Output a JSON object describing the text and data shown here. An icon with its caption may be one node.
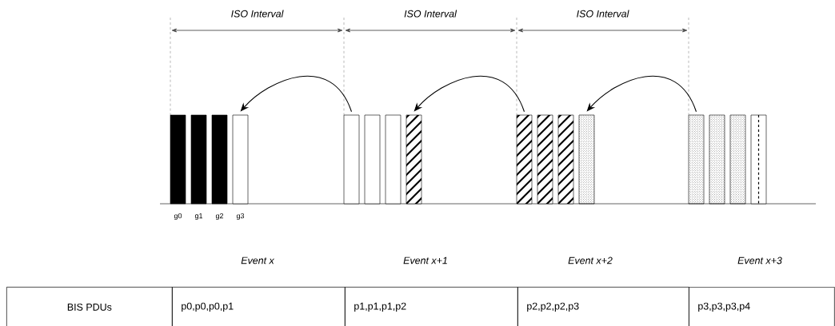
{
  "diagram": {
    "nodes": [
      {
        "text": [],
        "shape": "bar"
      },
      {
        "text": [],
        "shape": "bar"
      },
      {
        "text": [],
        "shape": "bar"
      },
      {
        "text": [],
        "shape": "bar"
      },
      {
        "text": [],
        "shape": "bar"
      },
      {
        "text": [],
        "shape": "bar"
      },
      {
        "text": [],
        "shape": "bar"
      },
      {
        "text": [],
        "shape": "bar"
      },
      {
        "text": [],
        "shape": "bar"
      },
      {
        "text": [],
        "shape": "bar"
      },
      {
        "text": [],
        "shape": "bar"
      },
      {
        "text": [],
        "shape": "bar"
      },
      {
        "text": [],
        "shape": "bar"
      },
      {
        "text": [],
        "shape": "bar"
      },
      {
        "text": [],
        "shape": "bar"
      },
      {
        "text": [],
        "shape": "bar"
      }
    ],
    "edges": [
      {
        "from": 4,
        "to": 3,
        "arrow": "to"
      },
      {
        "from": 8,
        "to": 7,
        "arrow": "to"
      },
      {
        "from": 12,
        "to": 11,
        "arrow": "to"
      }
    ],
    "labels": [
      "ISO Interval",
      "ISO Interval",
      "ISO Interval",
      "g0",
      "g1",
      "g2",
      "g3",
      "Event x",
      "Event x+1",
      "Event x+2",
      "Event x+3",
      "BIS PDUs",
      "p0,p0,p0,p1",
      "p1,p1,p1,p2",
      "p2,p2,p2,p3",
      "p3,p3,p3,p4"
    ]
  }
}
